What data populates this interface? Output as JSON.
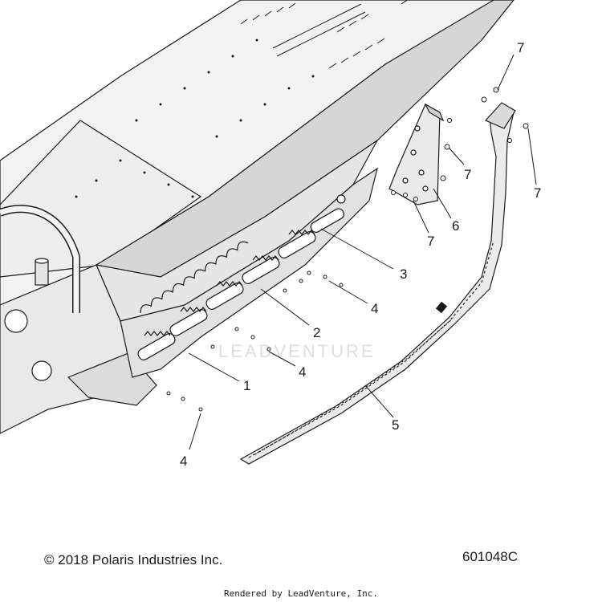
{
  "callouts": [
    {
      "id": "c1",
      "label": "1"
    },
    {
      "id": "c2",
      "label": "2"
    },
    {
      "id": "c3",
      "label": "3"
    },
    {
      "id": "c4a",
      "label": "4"
    },
    {
      "id": "c4b",
      "label": "4"
    },
    {
      "id": "c4c",
      "label": "4"
    },
    {
      "id": "c5",
      "label": "5"
    },
    {
      "id": "c6",
      "label": "6"
    },
    {
      "id": "c7a",
      "label": "7"
    },
    {
      "id": "c7b",
      "label": "7"
    },
    {
      "id": "c7c",
      "label": "7"
    },
    {
      "id": "c7d",
      "label": "7"
    }
  ],
  "footer": {
    "copyright": "© 2018 Polaris Industries Inc.",
    "part_number": "601048C",
    "rendered_by": "Rendered by LeadVenture, Inc."
  },
  "watermark": {
    "text": "LEADVENTURE"
  },
  "colors": {
    "line": "#1a1a1a",
    "panel_light": "#f4f4f4",
    "panel_shade": "#d9d9d9",
    "panel_dark": "#bdbdbd"
  }
}
